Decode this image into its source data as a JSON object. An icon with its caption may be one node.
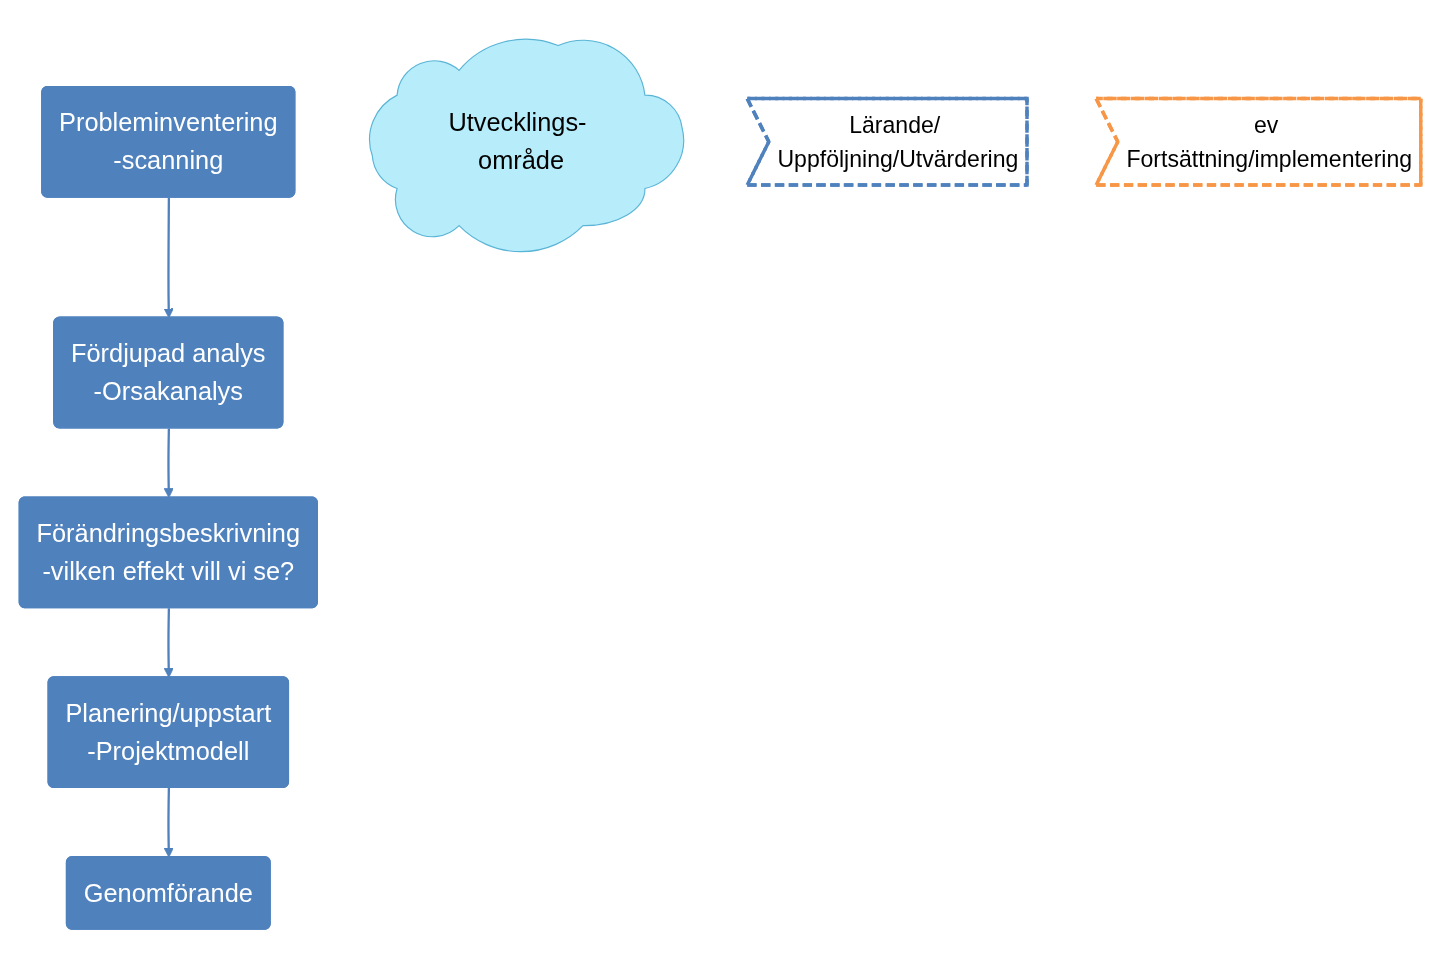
{
  "diagram": {
    "nodes": [
      {
        "text": [
          "Förändringsbeskrivning",
          "-vilken effekt vill vi se?"
        ]
      },
      {
        "text": [
          "Fördjupad analys",
          "-Orsakanalys"
        ]
      },
      {
        "text": [
          "Planering/uppstart",
          "-Projektmodell"
        ]
      },
      {
        "text": [
          "Probleminventering",
          "-scanning"
        ]
      },
      {
        "text": [
          "Genomförande"
        ]
      },
      {
        "text": [
          "Utvecklings- område"
        ]
      },
      {
        "text": [
          "Lärande/ Uppföljning/Utvärdering"
        ]
      },
      {
        "text": [
          "ev Fortsättning/implementering"
        ]
      }
    ],
    "edges": [
      {
        "from": 3,
        "to": 1,
        "arrow": "to"
      },
      {
        "from": 1,
        "to": 0,
        "arrow": "to"
      },
      {
        "from": 0,
        "to": 2,
        "arrow": "to"
      },
      {
        "from": 2,
        "to": 4,
        "arrow": "to"
      }
    ]
  }
}
